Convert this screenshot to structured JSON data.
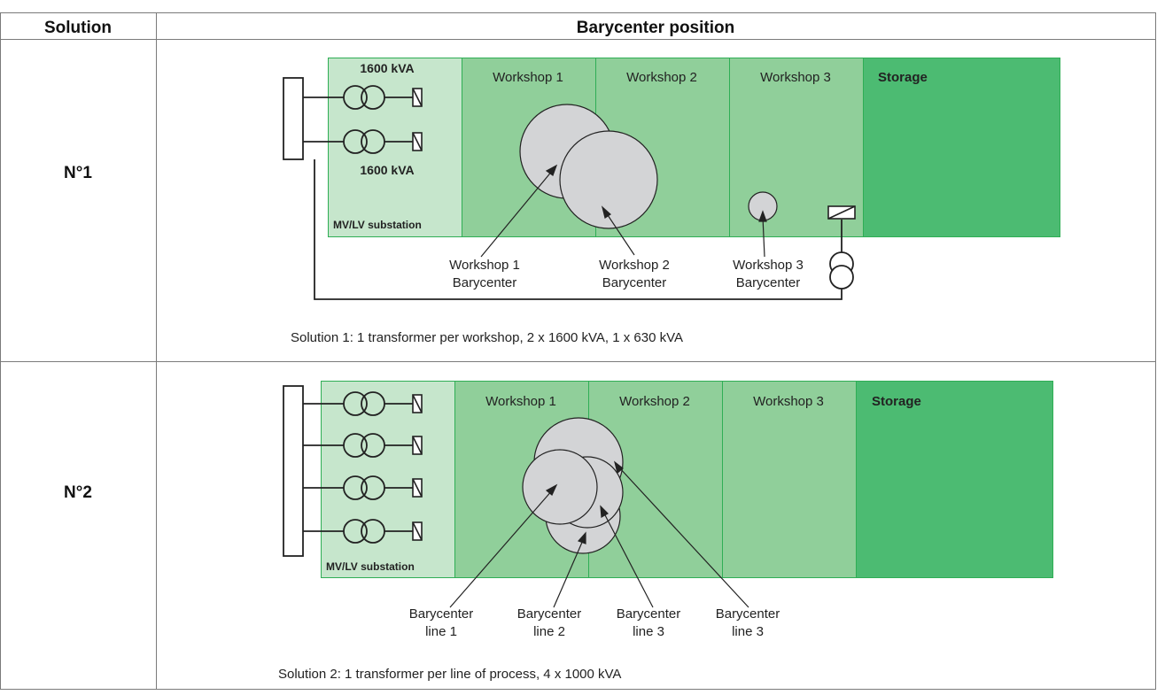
{
  "header": {
    "solution_col": "Solution",
    "position_col": "Barycenter position"
  },
  "rows": [
    {
      "label": "N°1",
      "rating_top": "1600 kVA",
      "rating_bottom": "1600 kVA",
      "substation": "MV/LV substation",
      "workshops": [
        "Workshop 1",
        "Workshop 2",
        "Workshop 3"
      ],
      "storage": "Storage",
      "barycenters": [
        {
          "line1": "Workshop 1",
          "line2": "Barycenter"
        },
        {
          "line1": "Workshop 2",
          "line2": "Barycenter"
        },
        {
          "line1": "Workshop 3",
          "line2": "Barycenter"
        }
      ],
      "caption": "Solution 1: 1 transformer per workshop, 2 x 1600 kVA, 1 x 630 kVA"
    },
    {
      "label": "N°2",
      "substation": "MV/LV substation",
      "workshops": [
        "Workshop 1",
        "Workshop 2",
        "Workshop 3"
      ],
      "storage": "Storage",
      "barycenters": [
        {
          "line1": "Barycenter",
          "line2": "line 1"
        },
        {
          "line1": "Barycenter",
          "line2": "line 2"
        },
        {
          "line1": "Barycenter",
          "line2": "line 3"
        },
        {
          "line1": "Barycenter",
          "line2": "line 3"
        }
      ],
      "caption": "Solution 2: 1 transformer per line of process, 4 x 1000 kVA"
    }
  ],
  "colors": {
    "substation_fill": "#c6e6cc",
    "workshop_fill": "#90cf9a",
    "storage_fill": "#4cbb72",
    "border_green": "#2fae55",
    "circle_fill": "#d3d4d6",
    "line_dark": "#222222",
    "table_border": "#7a7a7a"
  }
}
